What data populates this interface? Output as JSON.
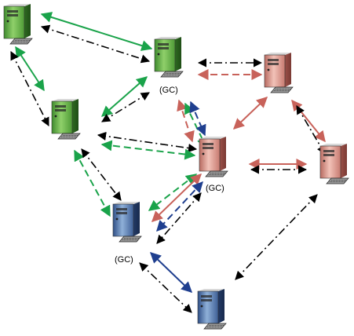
{
  "colors": {
    "green": "#1aa34a",
    "red": "#c8625a",
    "blue": "#1f3f8f",
    "black": "#000000",
    "green_tower": "#6fb84a",
    "red_tower": "#e3a59b",
    "blue_tower": "#5f82b8"
  },
  "servers": [
    {
      "id": "s1",
      "tint": "green",
      "gc": ""
    },
    {
      "id": "s2",
      "tint": "green",
      "gc": "(GC)"
    },
    {
      "id": "s3",
      "tint": "green",
      "gc": ""
    },
    {
      "id": "s4",
      "tint": "red",
      "gc": ""
    },
    {
      "id": "s5",
      "tint": "red",
      "gc": "(GC)"
    },
    {
      "id": "s6",
      "tint": "red",
      "gc": ""
    },
    {
      "id": "s7",
      "tint": "blue",
      "gc": "(GC)"
    },
    {
      "id": "s8",
      "tint": "blue",
      "gc": ""
    }
  ],
  "links": [
    {
      "from": "s1",
      "to": "s2",
      "color": "green",
      "style": "solid"
    },
    {
      "from": "s1",
      "to": "s2",
      "color": "black",
      "style": "dashdot"
    },
    {
      "from": "s1",
      "to": "s3",
      "color": "green",
      "style": "solid"
    },
    {
      "from": "s1",
      "to": "s3",
      "color": "black",
      "style": "dashdot"
    },
    {
      "from": "s2",
      "to": "s3",
      "color": "green",
      "style": "solid"
    },
    {
      "from": "s2",
      "to": "s3",
      "color": "black",
      "style": "dashdot"
    },
    {
      "from": "s2",
      "to": "s4",
      "color": "black",
      "style": "dashdot"
    },
    {
      "from": "s2",
      "to": "s4",
      "color": "red",
      "style": "dashed"
    },
    {
      "from": "s2",
      "to": "s5",
      "color": "red",
      "style": "dashed"
    },
    {
      "from": "s2",
      "to": "s5",
      "color": "green",
      "style": "dashed"
    },
    {
      "from": "s2",
      "to": "s5",
      "color": "blue",
      "style": "dashed"
    },
    {
      "from": "s3",
      "to": "s5",
      "color": "black",
      "style": "dashdot"
    },
    {
      "from": "s3",
      "to": "s5",
      "color": "green",
      "style": "dashed"
    },
    {
      "from": "s3",
      "to": "s7",
      "color": "green",
      "style": "dashed"
    },
    {
      "from": "s3",
      "to": "s7",
      "color": "black",
      "style": "dashdot"
    },
    {
      "from": "s4",
      "to": "s5",
      "color": "red",
      "style": "solid"
    },
    {
      "from": "s4",
      "to": "s6",
      "color": "red",
      "style": "solid"
    },
    {
      "from": "s4",
      "to": "s6",
      "color": "black",
      "style": "dashdot"
    },
    {
      "from": "s5",
      "to": "s6",
      "color": "red",
      "style": "solid"
    },
    {
      "from": "s5",
      "to": "s6",
      "color": "black",
      "style": "dashdot"
    },
    {
      "from": "s5",
      "to": "s7",
      "color": "green",
      "style": "dashed"
    },
    {
      "from": "s5",
      "to": "s7",
      "color": "red",
      "style": "solid"
    },
    {
      "from": "s5",
      "to": "s7",
      "color": "blue",
      "style": "dashed"
    },
    {
      "from": "s5",
      "to": "s7",
      "color": "black",
      "style": "dashdot"
    },
    {
      "from": "s6",
      "to": "s8",
      "color": "black",
      "style": "dashdot"
    },
    {
      "from": "s7",
      "to": "s8",
      "color": "blue",
      "style": "solid"
    },
    {
      "from": "s7",
      "to": "s8",
      "color": "black",
      "style": "dashdot"
    }
  ]
}
